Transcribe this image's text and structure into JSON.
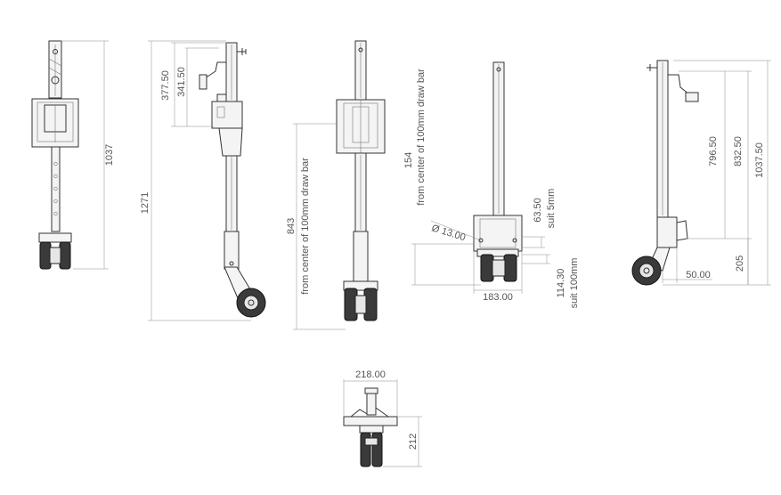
{
  "dimensions": {
    "view1": {
      "height": "1037"
    },
    "view2": {
      "overall": "1271",
      "handle_upper": "377.50",
      "handle_lower": "341.50"
    },
    "view3": {
      "value": "843",
      "note": "from center of 100mm draw bar"
    },
    "view4": {
      "value": "154",
      "note": "from center of 100mm draw bar",
      "hole": "Ø 13.00",
      "flange": "63.50",
      "flange_note": "suit 5mm",
      "width": "183.00",
      "low": "114.30",
      "low_note": "suit 100mm"
    },
    "view5": {
      "h1": "796.50",
      "h2": "832.50",
      "h3": "1037.50",
      "low": "205",
      "offset": "50.00"
    },
    "view6": {
      "width": "218.00",
      "height": "212"
    }
  }
}
